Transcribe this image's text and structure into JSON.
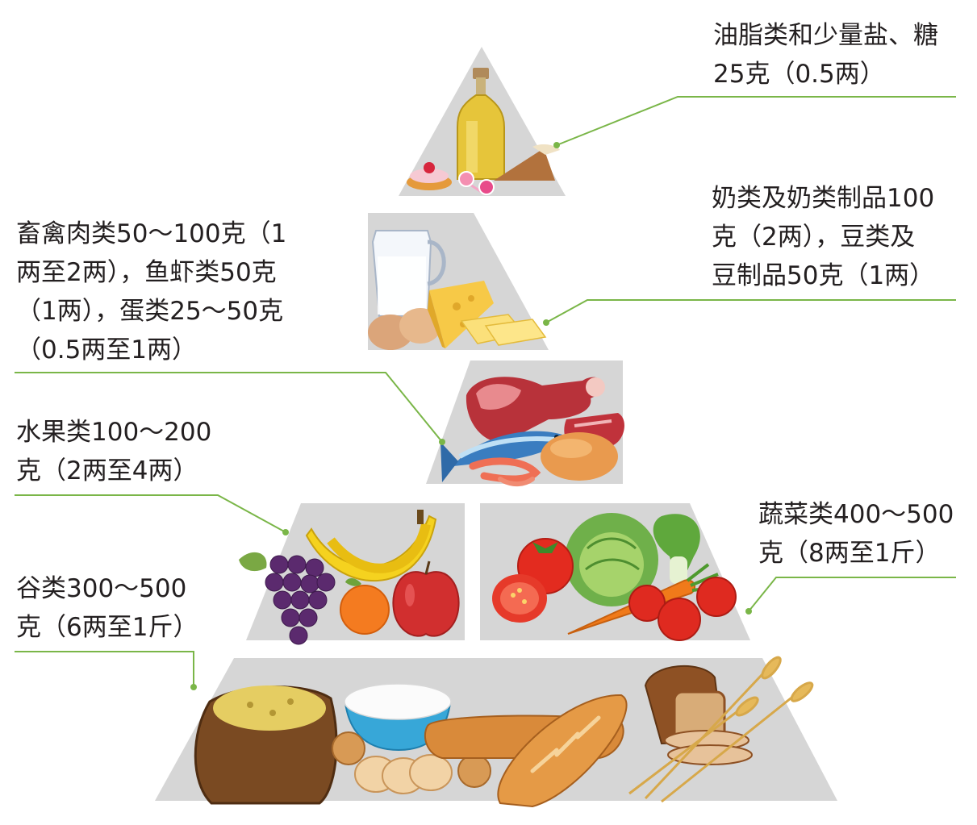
{
  "colors": {
    "tier_fill": "#d6d6d6",
    "leader_line": "#7ab648",
    "text": "#231f20"
  },
  "tiers": [
    {
      "name": "oils-sugar-salt",
      "lines": [
        "油脂类和少量盐、糖",
        "25克（0.5两）"
      ],
      "illustrations": [
        "oil-bottle",
        "pie-slice",
        "cupcake",
        "lollipop"
      ]
    },
    {
      "name": "dairy-beans",
      "lines": [
        "奶类及奶类制品100",
        "克（2两），豆类及",
        "豆制品50克（1两）"
      ],
      "illustrations": [
        "milk-jug",
        "cheese-wedge",
        "cheese-slices",
        "eggs"
      ]
    },
    {
      "name": "meat-fish-eggs",
      "lines": [
        "畜禽肉类50～100克（1",
        "两至2两），鱼虾类50克",
        "（1两），蛋类25～50克",
        "（0.5两至1两）"
      ],
      "illustrations": [
        "ham",
        "fish",
        "shrimp",
        "roast-chicken",
        "steak"
      ]
    },
    {
      "name": "fruit",
      "lines": [
        "水果类100～200",
        "克（2两至4两）"
      ],
      "illustrations": [
        "grapes",
        "bananas",
        "orange",
        "apple"
      ]
    },
    {
      "name": "vegetables",
      "lines": [
        "蔬菜类400～500",
        "克（8两至1斤）"
      ],
      "illustrations": [
        "tomato",
        "cabbage",
        "bok-choy",
        "carrot",
        "cherry-tomatoes"
      ]
    },
    {
      "name": "grains",
      "lines": [
        "谷类300～500",
        "克（6两至1斤）"
      ],
      "illustrations": [
        "grain-sack",
        "rice-bowl",
        "baguette",
        "bread-loaf",
        "wheat-ears",
        "crackers"
      ]
    }
  ]
}
